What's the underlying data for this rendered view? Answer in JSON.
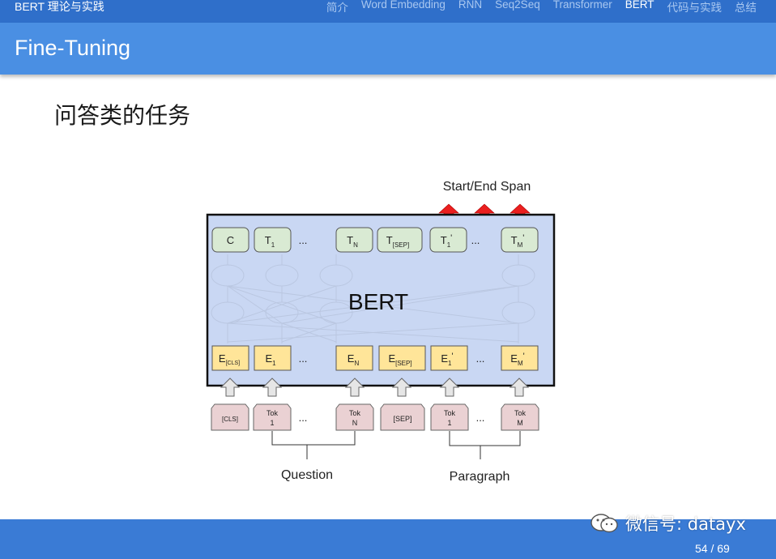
{
  "nav": {
    "brand": "BERT 理论与实践",
    "items": [
      "简介",
      "Word Embedding",
      "RNN",
      "Seq2Seq",
      "Transformer",
      "BERT",
      "代码与实践",
      "总结"
    ],
    "active_index": 5
  },
  "slide": {
    "title": "Fine-Tuning",
    "subtitle": "问答类的任务"
  },
  "diagram": {
    "span_label": "Start/End Span",
    "model_label": "BERT",
    "dots": "...",
    "outputs": {
      "c": "C",
      "t1": "T",
      "t1_sub": "1",
      "tn": "T",
      "tn_sub": "N",
      "tsep": "T",
      "tsep_sub": "[SEP]",
      "t1p": "T",
      "t1p_sub": "1",
      "t1p_prime": "'",
      "tmp": "T",
      "tmp_sub": "M",
      "tmp_prime": "'"
    },
    "embeddings": {
      "ecls": "E",
      "ecls_sub": "[CLS]",
      "e1": "E",
      "e1_sub": "1",
      "en": "E",
      "en_sub": "N",
      "esep": "E",
      "esep_sub": "[SEP]",
      "e1p": "E",
      "e1p_sub": "1",
      "e1p_prime": "'",
      "emp": "E",
      "emp_sub": "M",
      "emp_prime": "'"
    },
    "tokens": {
      "cls": "[CLS]",
      "tok": "Tok",
      "tok1_num": "1",
      "tokn_num": "N",
      "sep": "[SEP]",
      "tok1p_num": "1",
      "tokm_num": "M"
    },
    "question_label": "Question",
    "paragraph_label": "Paragraph"
  },
  "watermark": {
    "text": "微信号: datayx",
    "icon": "wechat-icon"
  },
  "footer": {
    "page": "54 / 69"
  },
  "colors": {
    "nav_bg": "#2f6fca",
    "title_bg": "#4a8fe3",
    "footer_bg": "#3a7bd5",
    "bert_box": "#c9d7f3",
    "output_box": "#d9ead3",
    "embed_box": "#ffe599",
    "token_box": "#ead1d3",
    "span_arrow": "#ea1f1f"
  }
}
